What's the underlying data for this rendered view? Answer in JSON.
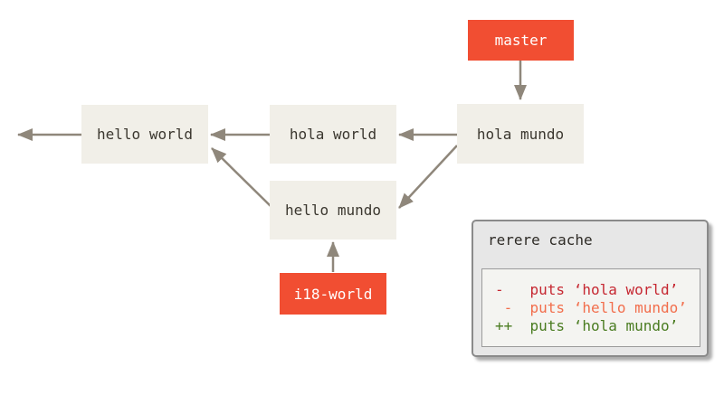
{
  "colors": {
    "branch_box": "#f14e32",
    "branch_text": "#ffffff",
    "commit_box": "#f1efe8",
    "commit_text": "#3b372f",
    "arrow": "#8f877b",
    "panel_bg": "#e7e7e7",
    "panel_border": "#8a8a8a",
    "panel_inner_bg": "#f4f4f1",
    "panel_inner_border": "#9b9b9b",
    "diff_removed_strong": "#c62832",
    "diff_removed_soft": "#f26e4c",
    "diff_added": "#4a7c21"
  },
  "branches": [
    {
      "label": "master"
    },
    {
      "label": "i18-world"
    }
  ],
  "commits": [
    {
      "label": "hello world"
    },
    {
      "label": "hola world"
    },
    {
      "label": "hola mundo"
    },
    {
      "label": "hello mundo"
    }
  ],
  "rerere": {
    "title": "rerere cache",
    "lines": [
      {
        "text": "-   puts ‘hola world’",
        "color": "#c62832"
      },
      {
        "text": " -  puts ‘hello mundo’",
        "color": "#f26e4c"
      },
      {
        "text": "++  puts ‘hola mundo’",
        "color": "#4a7c21"
      }
    ]
  }
}
